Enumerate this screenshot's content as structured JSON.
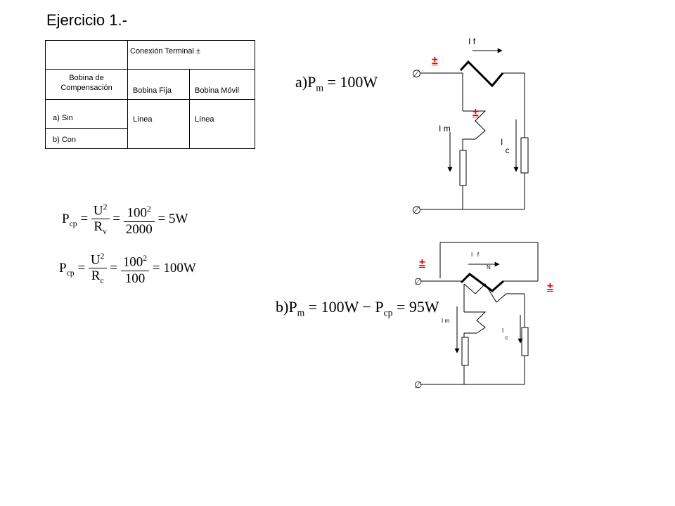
{
  "title": "Ejercicio 1.-",
  "table": {
    "header_group": "Conexión Terminal ±",
    "col_comp": "Bobina de Compensación",
    "col_fija": "Bobina Fija",
    "col_movil": "Bobina Móvil",
    "row_a": "a) Sin",
    "row_b": "b) Con",
    "fija_val": "Línea",
    "movil_val": "Línea"
  },
  "formulas": {
    "pcp1": {
      "lhs": "P",
      "lhs_sub": "cp",
      "num1": "U",
      "num1_sup": "2",
      "den1": "R",
      "den1_sub": "v",
      "num2": "100",
      "num2_sup": "2",
      "den2": "2000",
      "result": "5W"
    },
    "pcp2": {
      "lhs": "P",
      "lhs_sub": "cp",
      "num1": "U",
      "num1_sup": "2",
      "den1": "R",
      "den1_sub": "c",
      "num2": "100",
      "num2_sup": "2",
      "den2": "100",
      "result": "100W"
    },
    "pma": {
      "prefix": "a)P",
      "sub": "m",
      "rhs": "100W"
    },
    "pmb": {
      "prefix": "b)P",
      "sub": "m",
      "rhs1": "100W − P",
      "rhs_sub": "cp",
      "rhs2": "95W"
    }
  },
  "circuit_a": {
    "if_label": "I",
    "if_sub": "f",
    "im_label": "I",
    "im_sub": "m",
    "ic_label": "I",
    "ic_sub": "c",
    "pm1": "±",
    "pm2": "±",
    "terminal": "∅"
  },
  "circuit_b": {
    "if_label": "I",
    "if_sub": "f",
    "n_label": "N",
    "im_label": "I",
    "im_sub": "m",
    "ic_label": "I",
    "ic_sub": "c",
    "pm1": "±",
    "pm2": "±",
    "terminal": "∅"
  }
}
